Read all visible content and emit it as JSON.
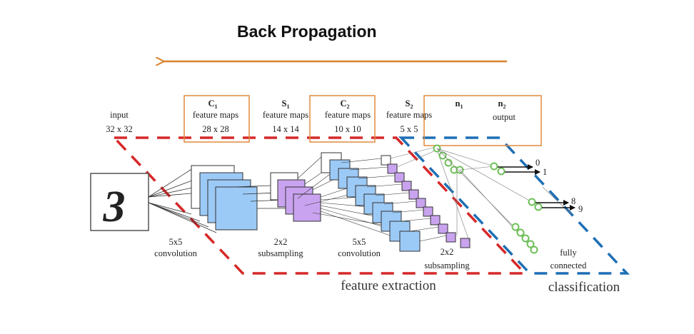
{
  "title": "Back Propagation",
  "input_label": "input",
  "input_size": "32 x 32",
  "digit": "3",
  "layers": {
    "c1": {
      "name": "C",
      "sub": "1",
      "kind": "feature maps",
      "size": "28 x 28"
    },
    "s1": {
      "name": "S",
      "sub": "1",
      "kind": "feature maps",
      "size": "14 x 14"
    },
    "c2": {
      "name": "C",
      "sub": "2",
      "kind": "feature maps",
      "size": "10 x 10"
    },
    "s2": {
      "name": "S",
      "sub": "2",
      "kind": "feature maps",
      "size": "5 x 5"
    },
    "n1": {
      "name": "n",
      "sub": "1"
    },
    "n2": {
      "name": "n",
      "sub": "2",
      "kind": "output"
    }
  },
  "operations": {
    "conv1": [
      "5x5",
      "convolution"
    ],
    "sub1": [
      "2x2",
      "subsampling"
    ],
    "conv2": [
      "5x5",
      "convolution"
    ],
    "sub2": [
      "2x2",
      "subsampling"
    ],
    "fc": [
      "fully",
      "connected"
    ]
  },
  "outputs": [
    "0",
    "1",
    "8",
    "9"
  ],
  "sections": {
    "feature_extraction": "feature extraction",
    "classification": "classification"
  },
  "colors": {
    "arrow": "#d9822b",
    "highlight_box": "#e08a3c",
    "feature_region": "#d62828",
    "classification_region": "#1f6fb5",
    "map_blue": "#9ccaf7",
    "map_purple": "#c9a3ef",
    "neuron_green": "#6fbf5a"
  }
}
